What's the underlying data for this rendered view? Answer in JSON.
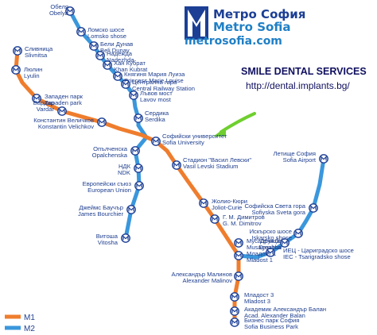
{
  "header": {
    "title_bg": "Метро София",
    "title_en": "Metro Sofia",
    "website": "metrosofia.com"
  },
  "ad": {
    "title": "SMILE DENTAL SERVICES",
    "url": "http://dental.implants.bg/"
  },
  "legend": {
    "m1": "M1",
    "m2": "M2"
  },
  "colors": {
    "m1": "#ef7d2d",
    "m2": "#3a97dc",
    "brand": "#1c3f95",
    "pointer_arrow": "#6fcf2f"
  },
  "stations": [
    {
      "bg": "Обеля",
      "en": "Obelya"
    },
    {
      "bg": "Ломско шосе",
      "en": "Lomsko shose"
    },
    {
      "bg": "Бели Дунав",
      "en": "Beli Dunav"
    },
    {
      "bg": "Надежда",
      "en": "Nadezhda"
    },
    {
      "bg": "Хан Кубрат",
      "en": "Khan Kubrat"
    },
    {
      "bg": "Княгиня Мария Луиза",
      "en": "Princess Marie Louise"
    },
    {
      "bg": "Централна гара",
      "en": "Central Railway Station"
    },
    {
      "bg": "Лъвов мост",
      "en": "Lavov most"
    },
    {
      "bg": "Сердика",
      "en": "Serdika"
    },
    {
      "bg": "Софийски университет",
      "en": "Sofia University"
    },
    {
      "bg": "Стадион \"Васил Левски\"",
      "en": "Vasil Levski Stadium"
    },
    {
      "bg": "Жолио-Кюри",
      "en": "Joliot-Curie"
    },
    {
      "bg": "Г. М. Димитров",
      "en": "G. M. Dimitrov"
    },
    {
      "bg": "Мусагеница",
      "en": "Musagenitsa"
    },
    {
      "bg": "Младост 1",
      "en": "Mladost 1"
    },
    {
      "bg": "Александър Малинов",
      "en": "Alexander Malinov"
    },
    {
      "bg": "Младост 3",
      "en": "Mladost 3"
    },
    {
      "bg": "Академик Александър Балан",
      "en": "Acad. Alexander Balan"
    },
    {
      "bg": "Бизнес парк София",
      "en": "Sofia Business Park"
    },
    {
      "bg": "Сливница",
      "en": "Slivnitsa"
    },
    {
      "bg": "Люлин",
      "en": "Lyulin"
    },
    {
      "bg": "Западен парк",
      "en": "Zapaden park"
    },
    {
      "bg": "Вардар",
      "en": "Vardar"
    },
    {
      "bg": "Константин Величков",
      "en": "Konstantin Velichkov"
    },
    {
      "bg": "Опълченска",
      "en": "Opalchenska"
    },
    {
      "bg": "НДК",
      "en": "NDK"
    },
    {
      "bg": "Европейски съюз",
      "en": "European Union"
    },
    {
      "bg": "Джеймс Баучър",
      "en": "James Bourchier"
    },
    {
      "bg": "Витоша",
      "en": "Vitosha"
    },
    {
      "bg": "Летище София",
      "en": "Sofia Airport"
    },
    {
      "bg": "Софийска Света гора",
      "en": "Sofiyska Sveta gora"
    },
    {
      "bg": "Искърско шосе",
      "en": "Iskarsko shose"
    },
    {
      "bg": "Дружба",
      "en": "Druzhba"
    },
    {
      "bg": "ИЕЦ - Цариградско шосе",
      "en": "IEC - Tsarigradsko shose"
    }
  ]
}
